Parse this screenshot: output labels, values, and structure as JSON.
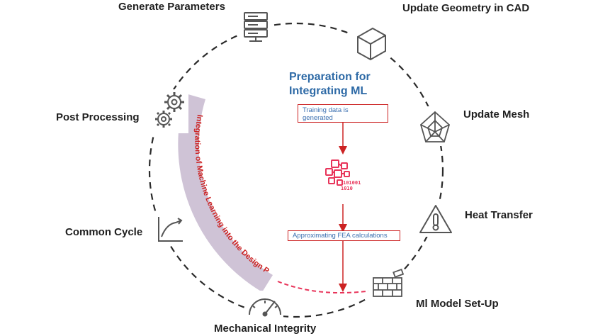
{
  "stages": {
    "generate_parameters": "Generate Parameters",
    "update_geometry": "Update Geometry in CAD",
    "update_mesh": "Update Mesh",
    "heat_transfer": "Heat Transfer",
    "ml_model_setup": "Ml Model Set-Up",
    "mechanical_integrity": "Mechanical Integrity",
    "common_cycle": "Common Cycle",
    "post_processing": "Post Processing"
  },
  "preparation": {
    "title_line1": "Preparation for",
    "title_line2": "Integrating ML",
    "step1_line1": "Training data is",
    "step1_line2": "generated",
    "binary_line1": "101001",
    "binary_line2": "1010",
    "step2": "Approximating FEA calculations"
  },
  "arc_label": "Integration of Machine Learning into the Design Process",
  "icons": [
    "server-icon",
    "cube-icon",
    "mesh-icon",
    "thermometer-warning-icon",
    "brick-wall-icon",
    "gauge-icon",
    "stress-strain-curve-icon",
    "gears-icon",
    "machine-learning-icon"
  ],
  "colors": {
    "circle_line": "#2a2a2a",
    "icon_stroke": "#555555",
    "prep_title": "#2e6aa6",
    "box_border": "#cc2222",
    "box_text": "#3a6fb0",
    "arc_band": "#c7b8cf",
    "arc_text": "#cc1f1f",
    "ml_icon": "#e8345a",
    "pink_dash": "#e8345a"
  }
}
